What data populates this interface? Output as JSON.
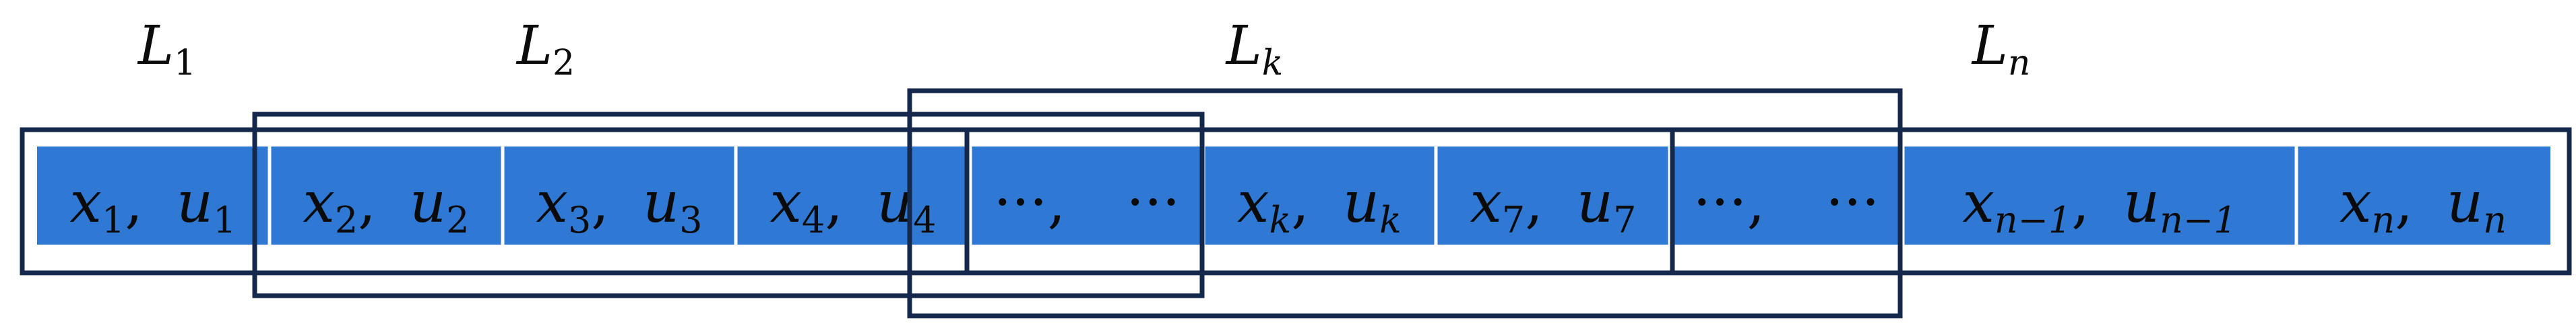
{
  "colors": {
    "cell_fill": "#2f78d4",
    "cell_divider": "#ffffff",
    "frame_stroke": "#14284b",
    "text": "#0b0b0b",
    "background": "#ffffff"
  },
  "window_labels": [
    {
      "base": "L",
      "sub": "1"
    },
    {
      "base": "L",
      "sub": "2"
    },
    {
      "base": "L",
      "sub": "k"
    },
    {
      "base": "L",
      "sub": "n"
    }
  ],
  "cells": [
    {
      "x_base": "x",
      "x_sub": "1",
      "sep": ",",
      "u_base": "u",
      "u_sub": "1"
    },
    {
      "x_base": "x",
      "x_sub": "2",
      "sep": ",",
      "u_base": "u",
      "u_sub": "2"
    },
    {
      "x_base": "x",
      "x_sub": "3",
      "sep": ",",
      "u_base": "u",
      "u_sub": "3"
    },
    {
      "x_base": "x",
      "x_sub": "4",
      "sep": ",",
      "u_base": "u",
      "u_sub": "4"
    },
    {
      "x_base": "···",
      "x_sub": "",
      "sep": ",",
      "u_base": "···",
      "u_sub": ""
    },
    {
      "x_base": "x",
      "x_sub": "k",
      "sep": ",",
      "u_base": "u",
      "u_sub": "k"
    },
    {
      "x_base": "x",
      "x_sub": "7",
      "sep": ",",
      "u_base": "u",
      "u_sub": "7"
    },
    {
      "x_base": "···",
      "x_sub": "",
      "sep": ",",
      "u_base": "···",
      "u_sub": ""
    },
    {
      "x_base": "x",
      "x_sub": "n−1",
      "sep": ",",
      "u_base": "u",
      "u_sub": "n−1"
    },
    {
      "x_base": "x",
      "x_sub": "n",
      "sep": ",",
      "u_base": "u",
      "u_sub": "n"
    }
  ]
}
